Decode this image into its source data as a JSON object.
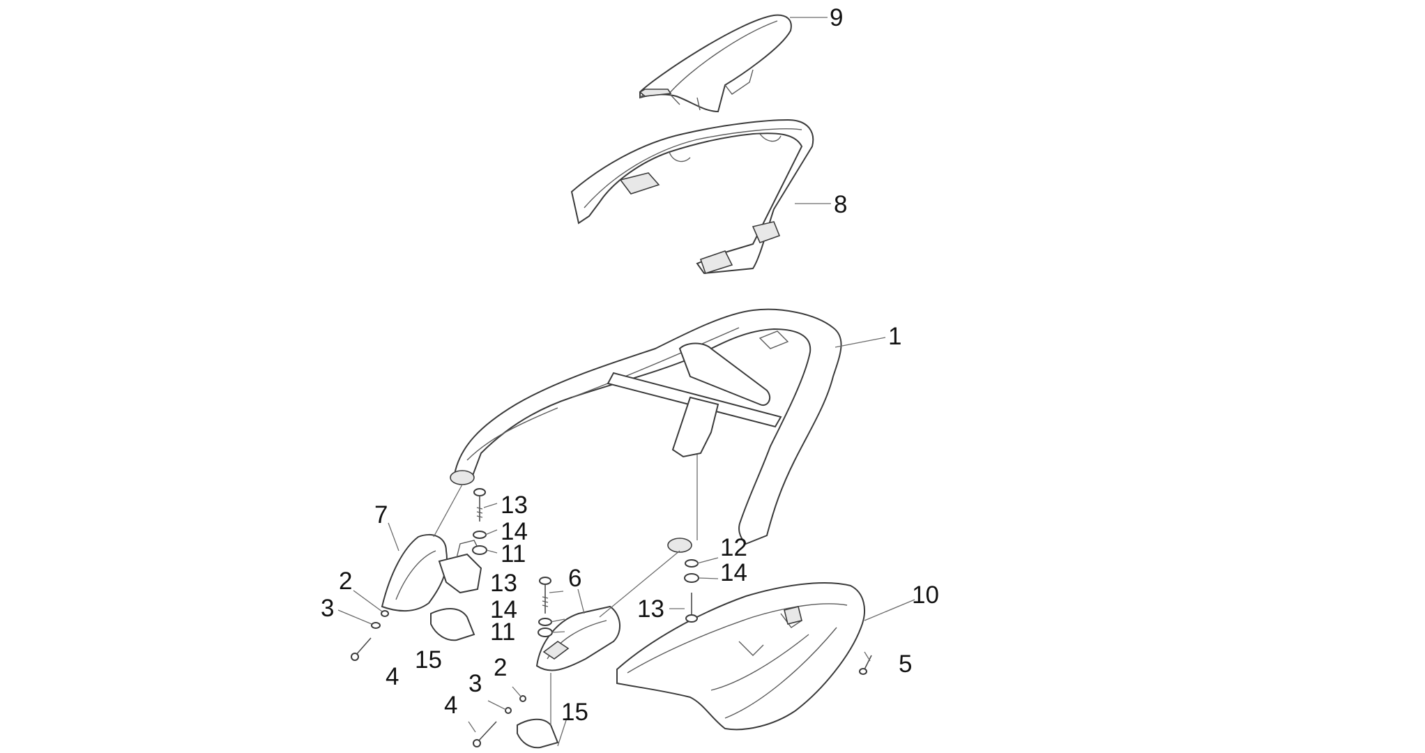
{
  "callouts": [
    {
      "id": "c9",
      "label": "9"
    },
    {
      "id": "c8",
      "label": "8"
    },
    {
      "id": "c1",
      "label": "1"
    },
    {
      "id": "c7",
      "label": "7"
    },
    {
      "id": "c13a",
      "label": "13"
    },
    {
      "id": "c14a",
      "label": "14"
    },
    {
      "id": "c11a",
      "label": "11"
    },
    {
      "id": "c2a",
      "label": "2"
    },
    {
      "id": "c3a",
      "label": "3"
    },
    {
      "id": "c4a",
      "label": "4"
    },
    {
      "id": "c15a",
      "label": "15"
    },
    {
      "id": "c6",
      "label": "6"
    },
    {
      "id": "c13b",
      "label": "13"
    },
    {
      "id": "c14b",
      "label": "14"
    },
    {
      "id": "c11b",
      "label": "11"
    },
    {
      "id": "c12",
      "label": "12"
    },
    {
      "id": "c14c",
      "label": "14"
    },
    {
      "id": "c13c",
      "label": "13"
    },
    {
      "id": "c10",
      "label": "10"
    },
    {
      "id": "c5",
      "label": "5"
    },
    {
      "id": "c2b",
      "label": "2"
    },
    {
      "id": "c3b",
      "label": "3"
    },
    {
      "id": "c4b",
      "label": "4"
    },
    {
      "id": "c15b",
      "label": "15"
    }
  ]
}
